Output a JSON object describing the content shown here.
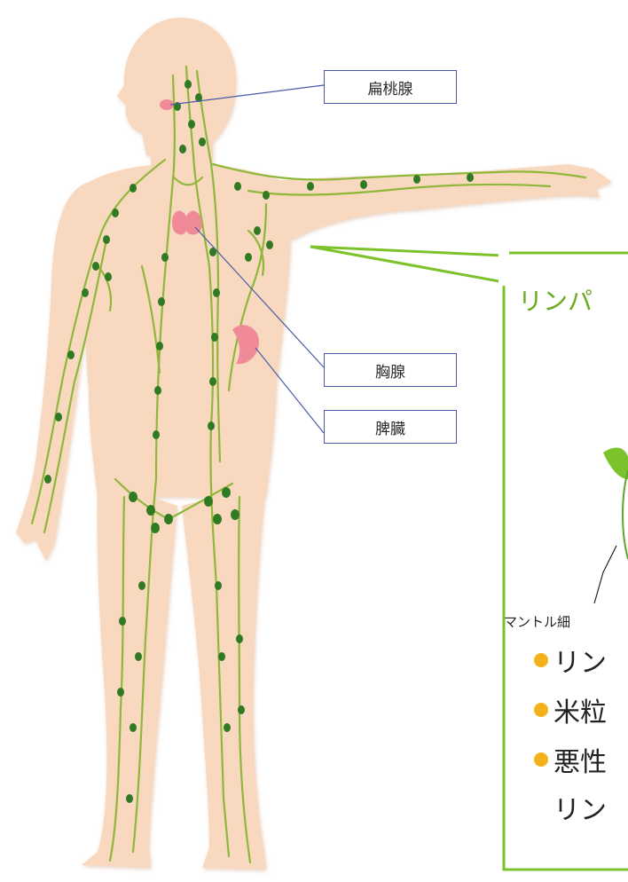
{
  "labels": {
    "tonsil": "扁桃腺",
    "thymus": "胸腺",
    "spleen": "脾臓"
  },
  "callout": {
    "title": "リンパ",
    "mantle_label": "マントル細",
    "bullets": [
      "リン",
      "米粒",
      "悪性"
    ],
    "continuation": "リン"
  },
  "colors": {
    "skin": "#f8d9c0",
    "lymph_vessel": "#8fb83a",
    "lymph_node": "#2f7a22",
    "organ": "#f08a98",
    "callout_border": "#7cc22a",
    "label_border": "#4a5aa8",
    "bullet_dot": "#f2b21c"
  }
}
